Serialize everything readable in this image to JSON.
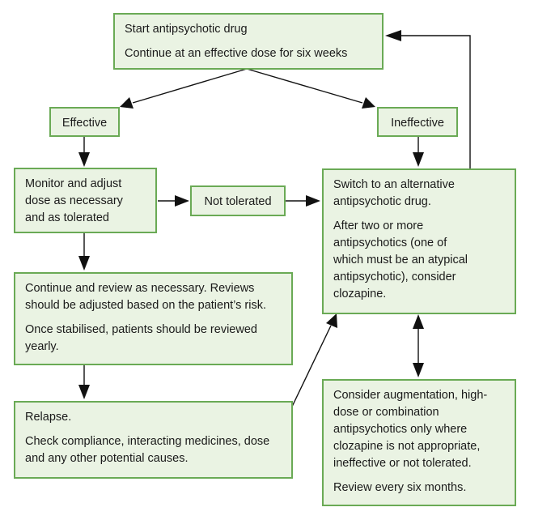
{
  "start": {
    "line1": "Start antipsychotic drug",
    "line2": "Continue at an effective dose for six weeks"
  },
  "effective": "Effective",
  "ineffective": "Ineffective",
  "monitor": "Monitor and adjust dose as necessary and as tolerated",
  "not_tolerated": "Not tolerated",
  "switch": {
    "line1": "Switch to an alternative antipsychotic drug.",
    "line2": "After two or more antipsychotics (one of which must be an atypical antipsychotic), consider clozapine."
  },
  "continue": {
    "line1": "Continue and review as necessary. Reviews should be adjusted based on the patient’s risk.",
    "line2": "Once stabilised, patients should be reviewed yearly."
  },
  "relapse": {
    "line1": "Relapse.",
    "line2": "Check compliance, interacting medicines, dose and any other potential causes."
  },
  "augment": {
    "line1": "Consider augmentation, high-dose or combination antipsychotics only where clozapine is not appropriate, ineffective or not tolerated.",
    "line2": "Review every six months."
  }
}
